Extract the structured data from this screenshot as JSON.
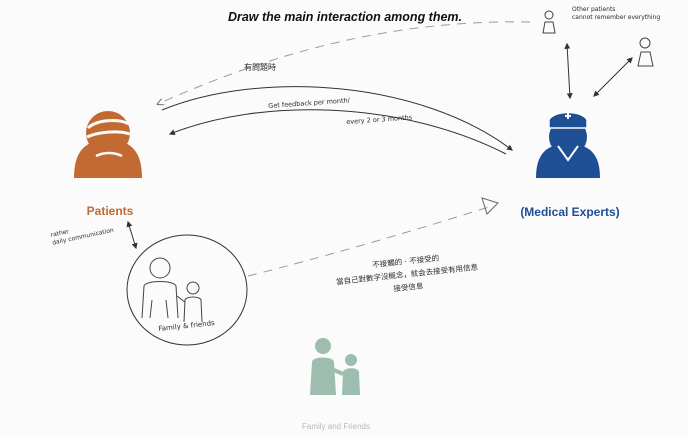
{
  "title": "Draw the main interaction among them.",
  "nodes": {
    "patients": {
      "label": "Patients",
      "color": "#c26a32"
    },
    "experts": {
      "label": "(Medical Experts)",
      "color": "#1e4e94"
    },
    "family_group": {
      "label": "Family and Friends",
      "color": "#7fa392"
    }
  },
  "annotations": {
    "other_patients": [
      "Other patients",
      "cannot remember everything"
    ],
    "chinese_top": "有問題時",
    "feedback_line1": "Get feedback per month/",
    "feedback_line2": "every 2 or 3 months",
    "rather_daily": [
      "rather",
      "daily communication"
    ],
    "chinese_mid": [
      "不接觸的 · 不接受的",
      "當自己對數字沒概念，就会去接受有用信息",
      "接受信息"
    ],
    "family_friends": "Family & friends"
  },
  "colors": {
    "patient_accent": "#c26a32",
    "expert_accent": "#1e4e94",
    "family_accent": "#7fa392",
    "sketch": "#333333",
    "dashed": "#9a9a9a"
  }
}
